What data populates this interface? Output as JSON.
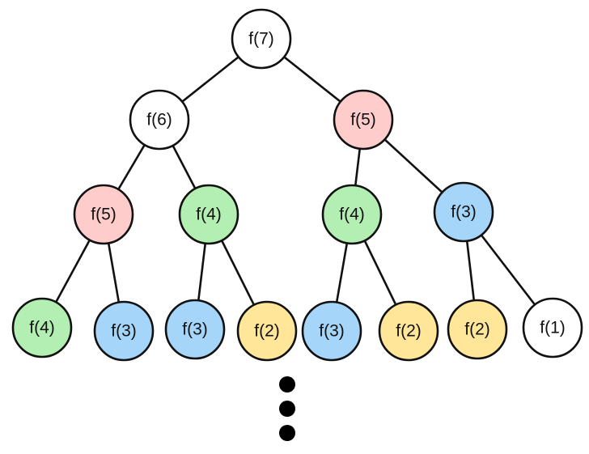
{
  "colors": {
    "white": "#ffffff",
    "pink": "#ffcccc",
    "green": "#b3eeb3",
    "blue": "#a6d5fa",
    "yellow": "#ffe699",
    "stroke": "#111111"
  },
  "tree": {
    "nodes": [
      {
        "id": "n0",
        "label": "f(7)",
        "color": "white"
      },
      {
        "id": "n1",
        "label": "f(6)",
        "color": "white"
      },
      {
        "id": "n2",
        "label": "f(5)",
        "color": "pink"
      },
      {
        "id": "n3",
        "label": "f(5)",
        "color": "pink"
      },
      {
        "id": "n4",
        "label": "f(4)",
        "color": "green"
      },
      {
        "id": "n5",
        "label": "f(4)",
        "color": "green"
      },
      {
        "id": "n6",
        "label": "f(3)",
        "color": "blue"
      },
      {
        "id": "n7",
        "label": "f(4)",
        "color": "green"
      },
      {
        "id": "n8",
        "label": "f(3)",
        "color": "blue"
      },
      {
        "id": "n9",
        "label": "f(3)",
        "color": "blue"
      },
      {
        "id": "n10",
        "label": "f(2)",
        "color": "yellow"
      },
      {
        "id": "n11",
        "label": "f(3)",
        "color": "blue"
      },
      {
        "id": "n12",
        "label": "f(2)",
        "color": "yellow"
      },
      {
        "id": "n13",
        "label": "f(2)",
        "color": "yellow"
      },
      {
        "id": "n14",
        "label": "f(1)",
        "color": "white"
      }
    ],
    "edges": [
      [
        "n0",
        "n1"
      ],
      [
        "n0",
        "n2"
      ],
      [
        "n1",
        "n3"
      ],
      [
        "n1",
        "n4"
      ],
      [
        "n2",
        "n5"
      ],
      [
        "n2",
        "n6"
      ],
      [
        "n3",
        "n7"
      ],
      [
        "n3",
        "n8"
      ],
      [
        "n4",
        "n9"
      ],
      [
        "n4",
        "n10"
      ],
      [
        "n5",
        "n11"
      ],
      [
        "n5",
        "n12"
      ],
      [
        "n6",
        "n13"
      ],
      [
        "n6",
        "n14"
      ]
    ]
  },
  "continuation": {
    "symbol": "vertical-ellipsis",
    "count": 3
  }
}
